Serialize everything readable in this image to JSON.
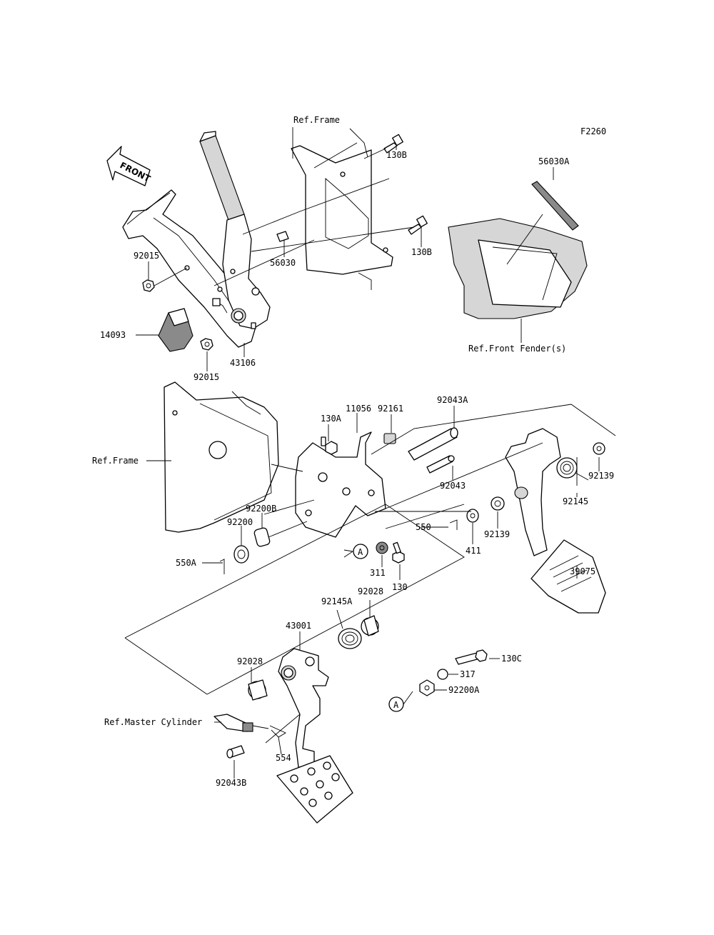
{
  "figure_code": "F2260",
  "direction_label": "FRONT",
  "callout_A_text": "A",
  "parts": [
    {
      "id": "ref-frame-top",
      "text": "Ref.Frame"
    },
    {
      "id": "p130B-1",
      "text": "130B"
    },
    {
      "id": "p130B-2",
      "text": "130B"
    },
    {
      "id": "p56030A",
      "text": "56030A"
    },
    {
      "id": "p56030",
      "text": "56030"
    },
    {
      "id": "p92015-1",
      "text": "92015"
    },
    {
      "id": "p14093",
      "text": "14093"
    },
    {
      "id": "p43106",
      "text": "43106"
    },
    {
      "id": "p92015-2",
      "text": "92015"
    },
    {
      "id": "ref-front-fender",
      "text": "Ref.Front Fender(s)"
    },
    {
      "id": "p130A",
      "text": "130A"
    },
    {
      "id": "p11056",
      "text": "11056"
    },
    {
      "id": "p92161",
      "text": "92161"
    },
    {
      "id": "p92043A",
      "text": "92043A"
    },
    {
      "id": "ref-frame-mid",
      "text": "Ref.Frame"
    },
    {
      "id": "p92043",
      "text": "92043"
    },
    {
      "id": "p92139-1",
      "text": "92139"
    },
    {
      "id": "p92145",
      "text": "92145"
    },
    {
      "id": "p92200B",
      "text": "92200B"
    },
    {
      "id": "p92200",
      "text": "92200"
    },
    {
      "id": "p550",
      "text": "550"
    },
    {
      "id": "p92139-2",
      "text": "92139"
    },
    {
      "id": "p550A",
      "text": "550A"
    },
    {
      "id": "p411",
      "text": "411"
    },
    {
      "id": "p311",
      "text": "311"
    },
    {
      "id": "p130",
      "text": "130"
    },
    {
      "id": "p39075",
      "text": "39075"
    },
    {
      "id": "p92028-1",
      "text": "92028"
    },
    {
      "id": "p92145A",
      "text": "92145A"
    },
    {
      "id": "p43001",
      "text": "43001"
    },
    {
      "id": "p92028-2",
      "text": "92028"
    },
    {
      "id": "p130C",
      "text": "130C"
    },
    {
      "id": "p317",
      "text": "317"
    },
    {
      "id": "p92200A",
      "text": "92200A"
    },
    {
      "id": "ref-master-cyl",
      "text": "Ref.Master Cylinder"
    },
    {
      "id": "p554",
      "text": "554"
    },
    {
      "id": "p92043B",
      "text": "92043B"
    }
  ]
}
